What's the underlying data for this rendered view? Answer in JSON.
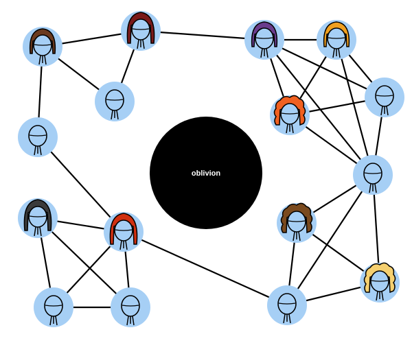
{
  "center": {
    "label": "oblivion"
  },
  "colors": {
    "background": "#ffffff",
    "node_circle": "#a6cff5",
    "face_fill": "#a6cff5",
    "outline": "#000000",
    "edge": "#000000",
    "center_fill": "#000000",
    "center_text": "#ffffff"
  },
  "people": [
    {
      "id": "n1",
      "hair": "brown-bob",
      "hair_color": "#6b3a1e"
    },
    {
      "id": "n2",
      "hair": "long-dark-red",
      "hair_color": "#7a1a1a"
    },
    {
      "id": "n3",
      "hair": "none",
      "hair_color": ""
    },
    {
      "id": "n4",
      "hair": "none",
      "hair_color": ""
    },
    {
      "id": "n5",
      "hair": "purple-bob",
      "hair_color": "#6a3c8c"
    },
    {
      "id": "n6",
      "hair": "orange-bob",
      "hair_color": "#f0a020"
    },
    {
      "id": "n7",
      "hair": "none",
      "hair_color": ""
    },
    {
      "id": "n8",
      "hair": "orange-red-curly",
      "hair_color": "#f06020"
    },
    {
      "id": "n9",
      "hair": "none",
      "hair_color": ""
    },
    {
      "id": "n10",
      "hair": "dark-grey-long",
      "hair_color": "#3a3a3a"
    },
    {
      "id": "n11",
      "hair": "red-long",
      "hair_color": "#d03010"
    },
    {
      "id": "n12",
      "hair": "brown-curly",
      "hair_color": "#7a4a1e"
    },
    {
      "id": "n13",
      "hair": "none",
      "hair_color": ""
    },
    {
      "id": "n14",
      "hair": "none",
      "hair_color": ""
    },
    {
      "id": "n15",
      "hair": "none",
      "hair_color": ""
    },
    {
      "id": "n16",
      "hair": "blonde-curly",
      "hair_color": "#f5d070"
    }
  ],
  "connections": [
    [
      "n1",
      "n2"
    ],
    [
      "n1",
      "n3"
    ],
    [
      "n1",
      "n4"
    ],
    [
      "n2",
      "n3"
    ],
    [
      "n2",
      "n5"
    ],
    [
      "n4",
      "n11"
    ],
    [
      "n5",
      "n6"
    ],
    [
      "n5",
      "n8"
    ],
    [
      "n5",
      "n7"
    ],
    [
      "n5",
      "n9"
    ],
    [
      "n6",
      "n8"
    ],
    [
      "n6",
      "n9"
    ],
    [
      "n6",
      "n7"
    ],
    [
      "n7",
      "n8"
    ],
    [
      "n7",
      "n9"
    ],
    [
      "n8",
      "n9"
    ],
    [
      "n9",
      "n12"
    ],
    [
      "n9",
      "n15"
    ],
    [
      "n9",
      "n16"
    ],
    [
      "n10",
      "n11"
    ],
    [
      "n10",
      "n13"
    ],
    [
      "n10",
      "n14"
    ],
    [
      "n11",
      "n13"
    ],
    [
      "n11",
      "n14"
    ],
    [
      "n11",
      "n15"
    ],
    [
      "n12",
      "n15"
    ],
    [
      "n12",
      "n16"
    ],
    [
      "n13",
      "n14"
    ],
    [
      "n15",
      "n16"
    ]
  ]
}
